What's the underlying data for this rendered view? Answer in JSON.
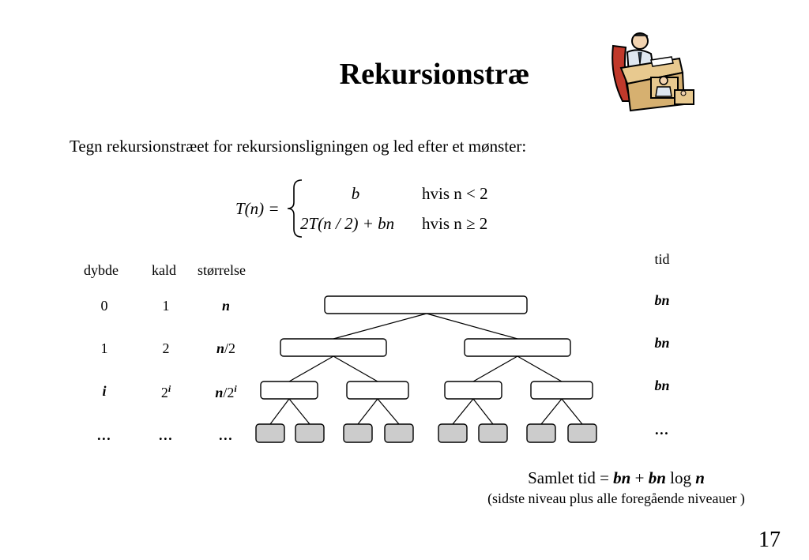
{
  "slide": {
    "title": "Rekursionstræ",
    "intro": "Tegn rekursionstræet for rekursionsligningen og led efter et mønster:",
    "page_number": "17"
  },
  "recurrence": {
    "lhs": "T(n) =",
    "case1_expr": "b",
    "case1_cond": "hvis n < 2",
    "case2_expr": "2T(n / 2) + bn",
    "case2_cond": "hvis n ≥ 2"
  },
  "table": {
    "headers": {
      "depth": "dybde",
      "calls": "kald",
      "size": "størrelse",
      "time": "tid"
    },
    "rows": [
      {
        "depth": "0",
        "calls": "1",
        "size": "n",
        "time": "bn"
      },
      {
        "depth": "1",
        "calls": "2",
        "size": "n/2",
        "time": "bn"
      },
      {
        "depth": "i",
        "calls": "2i",
        "size": "n/2i",
        "time": "bn"
      },
      {
        "depth": "…",
        "calls": "…",
        "size": "…",
        "time": "…"
      }
    ]
  },
  "summary": {
    "total_prefix": "Samlet tid = ",
    "total_bn1": "bn",
    "total_plus": " + ",
    "total_bn2": "bn",
    "total_log": " log ",
    "total_n": "n",
    "note": "(sidste niveau plus alle foregående niveauer )"
  },
  "colors": {
    "node_fill": "#ffffff",
    "leaf_fill": "#cccccc",
    "stroke": "#000000"
  }
}
